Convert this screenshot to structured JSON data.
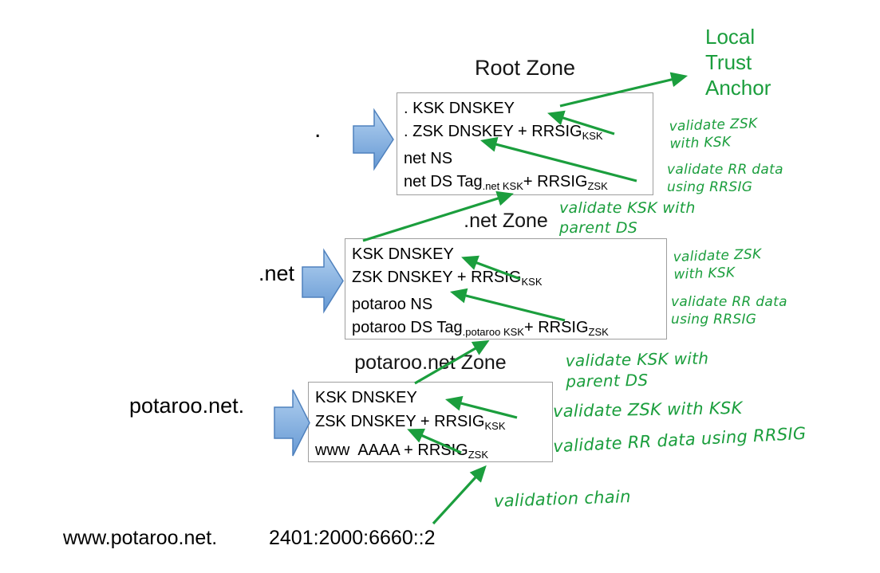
{
  "trust_anchor": {
    "label": "Local\nTrust\nAnchor"
  },
  "zones": {
    "root": {
      "title": "Root Zone",
      "label": ".",
      "line1": ". KSK DNSKEY",
      "line2_main": ". ZSK DNSKEY + RRSIG",
      "line2_sub": "KSK",
      "line3": "net NS",
      "line4_a": "net DS Tag",
      "line4_sub1": ".net KSK",
      "line4_b": "+ RRSIG",
      "line4_sub2": "ZSK",
      "ann_zsk": "validate ZSK\nwith KSK",
      "ann_rr": "validate RR data\nusing RRSIG",
      "ann_ksk": "validate KSK with\nparent DS"
    },
    "net": {
      "title": ".net Zone",
      "label": ".net",
      "line1": "KSK DNSKEY",
      "line2_main": "ZSK DNSKEY + RRSIG",
      "line2_sub": "KSK",
      "line3": "potaroo NS",
      "line4_a": "potaroo DS Tag",
      "line4_sub1": ".potaroo KSK",
      "line4_b": "+ RRSIG",
      "line4_sub2": "ZSK",
      "ann_zsk": "validate ZSK\nwith KSK",
      "ann_rr": "validate RR data\nusing RRSIG",
      "ann_ksk": "validate KSK with\nparent DS"
    },
    "potaroo": {
      "title": "potaroo.net Zone",
      "label": "potaroo.net.",
      "line1": "KSK DNSKEY",
      "line2_main": "ZSK DNSKEY + RRSIG",
      "line2_sub": "KSK",
      "line3_main": "www  AAAA + RRSIG",
      "line3_sub": "ZSK",
      "ann_zsk": "validate ZSK with KSK",
      "ann_rr": "validate RR data using RRSIG",
      "ann_chain": "validation chain"
    }
  },
  "footer": {
    "hostname": "www.potaroo.net.",
    "address": "2401:2000:6660::2"
  },
  "colors": {
    "annotation_green": "#1b9e3d",
    "zone_box_border": "#9e9e9e",
    "block_arrow_fill": "#85b3e3",
    "block_arrow_border": "#4f81bd"
  }
}
